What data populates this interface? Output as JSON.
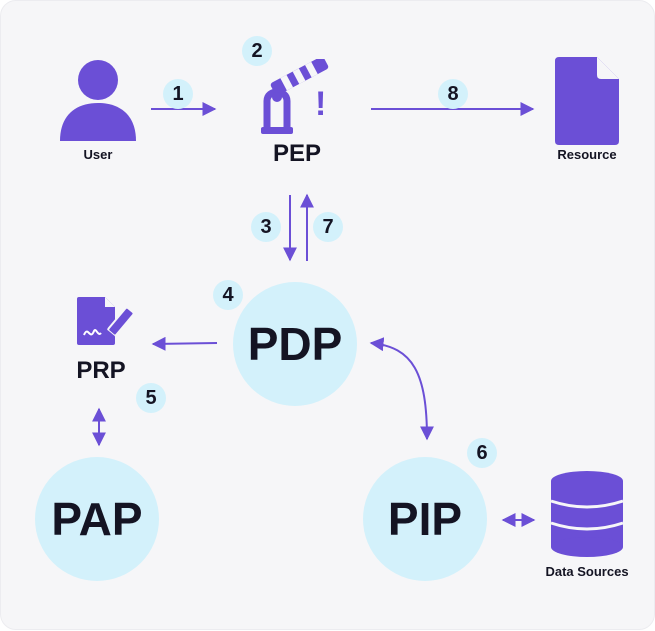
{
  "nodes": {
    "user": "User",
    "pep": "PEP",
    "resource": "Resource",
    "pdp": "PDP",
    "prp": "PRP",
    "pap": "PAP",
    "pip": "PIP",
    "data_sources": "Data Sources"
  },
  "steps": {
    "s1": "1",
    "s2": "2",
    "s3": "3",
    "s4": "4",
    "s5": "5",
    "s6": "6",
    "s7": "7",
    "s8": "8"
  },
  "pep_alert": "!",
  "colors": {
    "accent": "#6b4fd6",
    "circle_fill": "#d3f1fb",
    "text": "#141423"
  },
  "icons": {
    "user": "user-icon",
    "pep": "barrier-gate-icon",
    "resource": "document-icon",
    "prp": "policy-document-pen-icon",
    "data_sources": "database-icon"
  }
}
